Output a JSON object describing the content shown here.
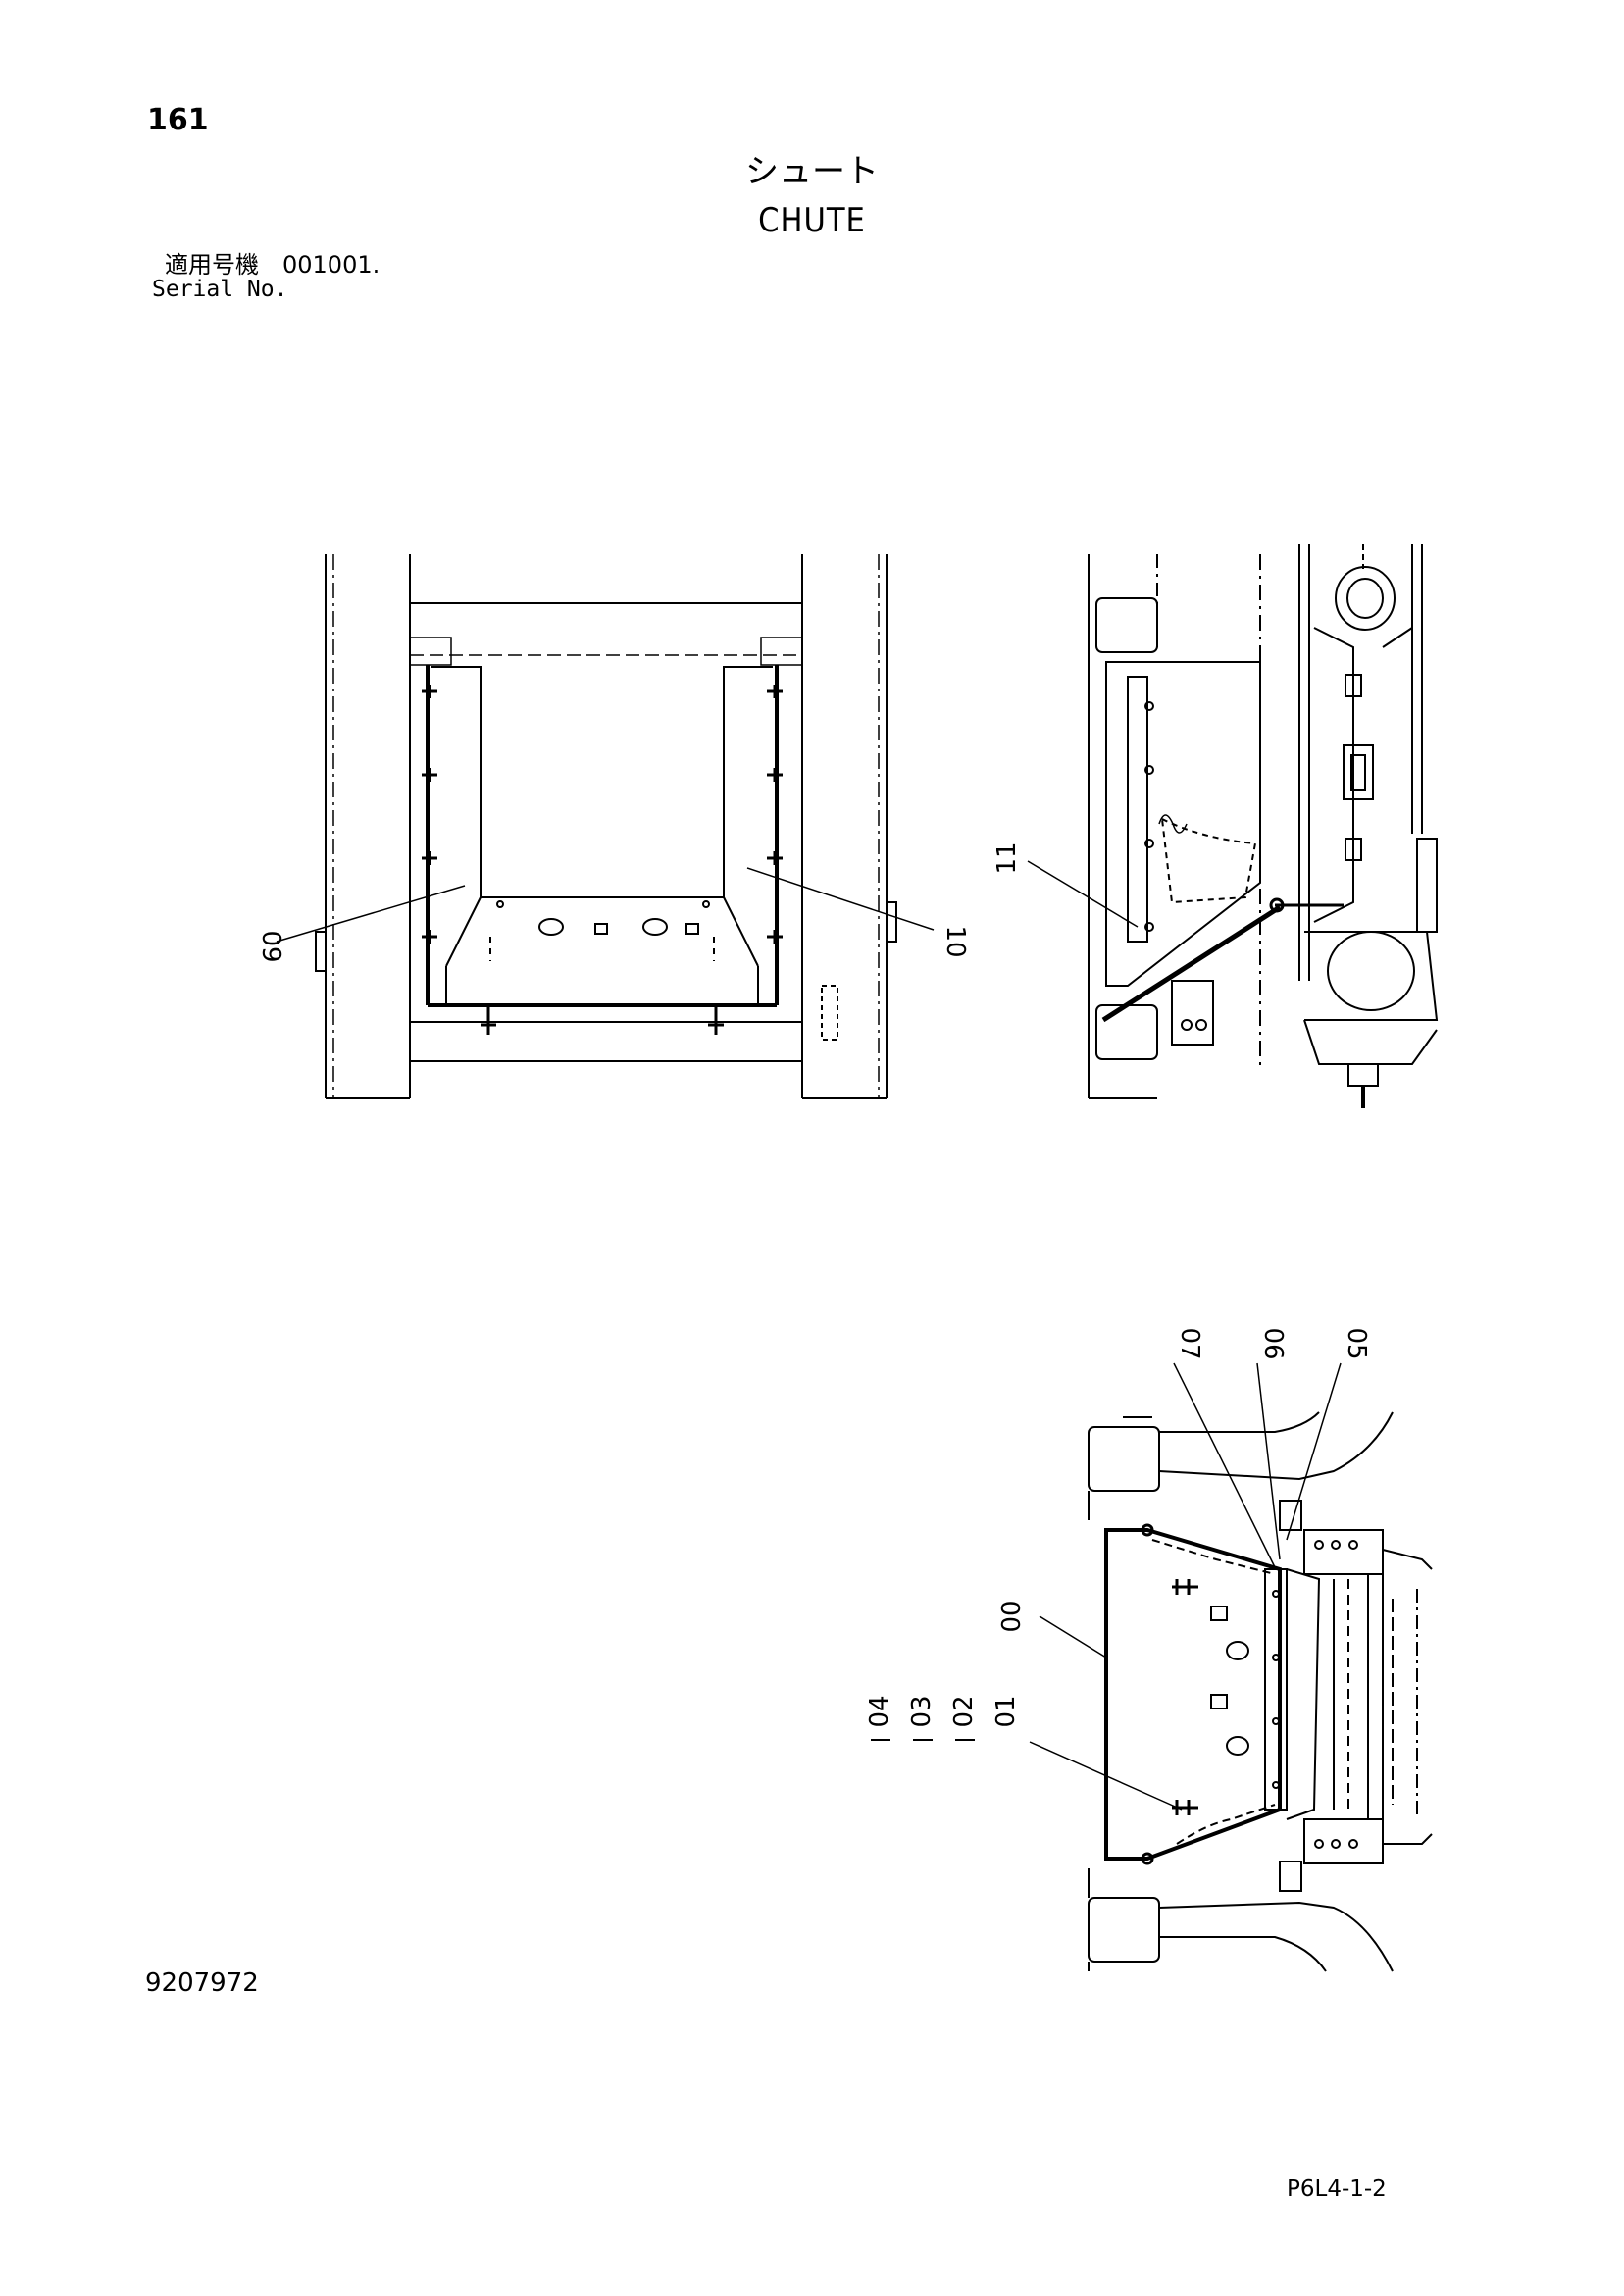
{
  "header": {
    "page_number": "161",
    "title_jp": "シュート",
    "title_en": "CHUTE",
    "serial_label_jp": "適用号機　001001.",
    "serial_label_en": "Serial No."
  },
  "callouts": {
    "c09": "09",
    "c10": "10",
    "c11": "11",
    "c07": "07",
    "c06": "06",
    "c05": "05",
    "c00": "00",
    "c04": "04",
    "c03": "03",
    "c02": "02",
    "c01": "01"
  },
  "footer": {
    "doc_number": "9207972",
    "sheet_code": "P6L4-1-2"
  }
}
